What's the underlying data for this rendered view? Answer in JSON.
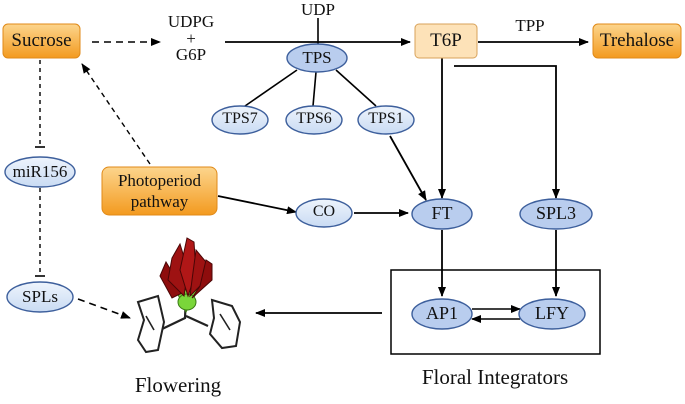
{
  "nodes": {
    "sucrose": "Sucrose",
    "udpg": "UDPG",
    "plus": "+",
    "g6p": "G6P",
    "udp": "UDP",
    "t6p": "T6P",
    "tpp": "TPP",
    "trehalose": "Trehalose",
    "tps": "TPS",
    "tps7": "TPS7",
    "tps6": "TPS6",
    "tps1": "TPS1",
    "mir156": "miR156",
    "photoperiod_line1": "Photoperiod",
    "photoperiod_line2": "pathway",
    "co": "CO",
    "ft": "FT",
    "spl3": "SPL3",
    "spls": "SPLs",
    "ap1": "AP1",
    "lfy": "LFY"
  },
  "captions": {
    "flowering": "Flowering",
    "floral_integrators": "Floral Integrators"
  },
  "colors": {
    "orange_fill": "#f7a942",
    "orange_light": "#fcd58d",
    "t6p_fill": "#fde2b8",
    "tps_fill": "#b9cdee",
    "blue_light": "#dce8f8",
    "blue_edge": "#3d5f9c",
    "petal": "#8e0d0d",
    "leaf": "#7ad63a"
  }
}
